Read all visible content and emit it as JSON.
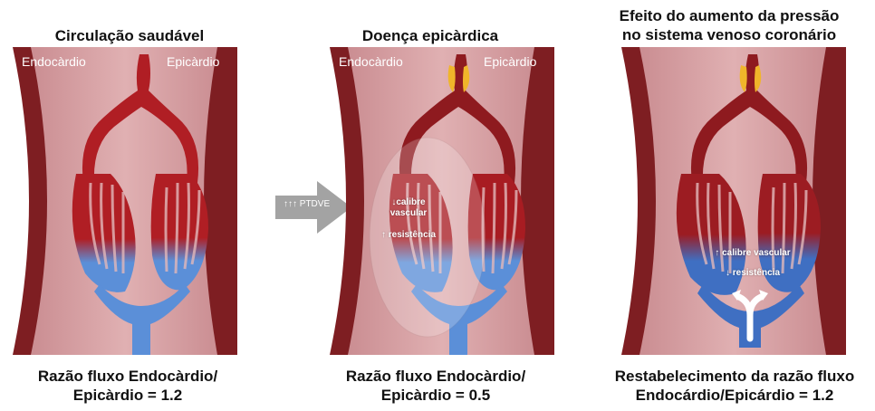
{
  "panels": [
    {
      "title": "Circulação saudável",
      "left_label": "Endocàrdio",
      "right_label": "Epicàrdio",
      "caption_line1": "Razão fluxo Endocàrdio/",
      "caption_line2": "Epicàrdio = 1.2"
    },
    {
      "title": "Doença epicàrdica",
      "left_label": "Endocàrdio",
      "right_label": "Epicàrdio",
      "note_line1": "↓calibre",
      "note_line2": "vascular",
      "note_line3": "↑ resistência",
      "caption_line1": "Razão fluxo Endocàrdio/",
      "caption_line2": "Epicàrdio = 0.5"
    },
    {
      "title_line1": "Efeito do aumento da pressão",
      "title_line2": "no sistema venoso coronário",
      "note_line1": "↑ calibre vascular",
      "note_line2": "↓ resistência",
      "caption_line1": "Restabelecimento da razão fluxo",
      "caption_line2": "Endocárdio/Epicárdio = 1.2"
    }
  ],
  "arrow": {
    "label": "↑↑↑ PTDVE"
  },
  "colors": {
    "artery": "#b01e24",
    "vein": "#5b8fd8",
    "tissue": "#d9a0a4",
    "wall": "#7e1e22",
    "fat": "#f0b52a",
    "arrow": "#a3a3a3"
  }
}
